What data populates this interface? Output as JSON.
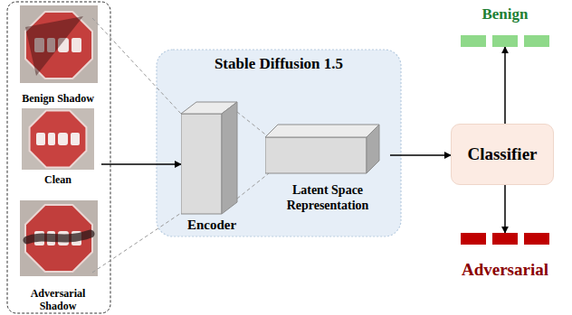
{
  "diagram": {
    "nodes": [
      {
        "text": [
          "Benign Shadow"
        ]
      },
      {
        "text": [
          "Clean"
        ]
      },
      {
        "text": [
          "Adversarial Shadow"
        ]
      },
      {
        "text": [
          "Stable Diffusion 1.5"
        ]
      },
      {
        "text": [
          "Encoder"
        ],
        "in": 3
      },
      {
        "text": [
          "Latent Space Representation"
        ],
        "in": 3
      },
      {
        "text": [
          "Classifier"
        ]
      },
      {
        "text": [
          "Benign"
        ]
      },
      {
        "text": [
          "Adversarial"
        ]
      }
    ],
    "edges": [
      {
        "from": 1,
        "to": 4,
        "arrow": "to"
      },
      {
        "from": 5,
        "to": 6,
        "arrow": "to"
      },
      {
        "from": 6,
        "to": 7,
        "arrow": "to"
      },
      {
        "from": 6,
        "to": 8,
        "arrow": "to"
      }
    ]
  }
}
